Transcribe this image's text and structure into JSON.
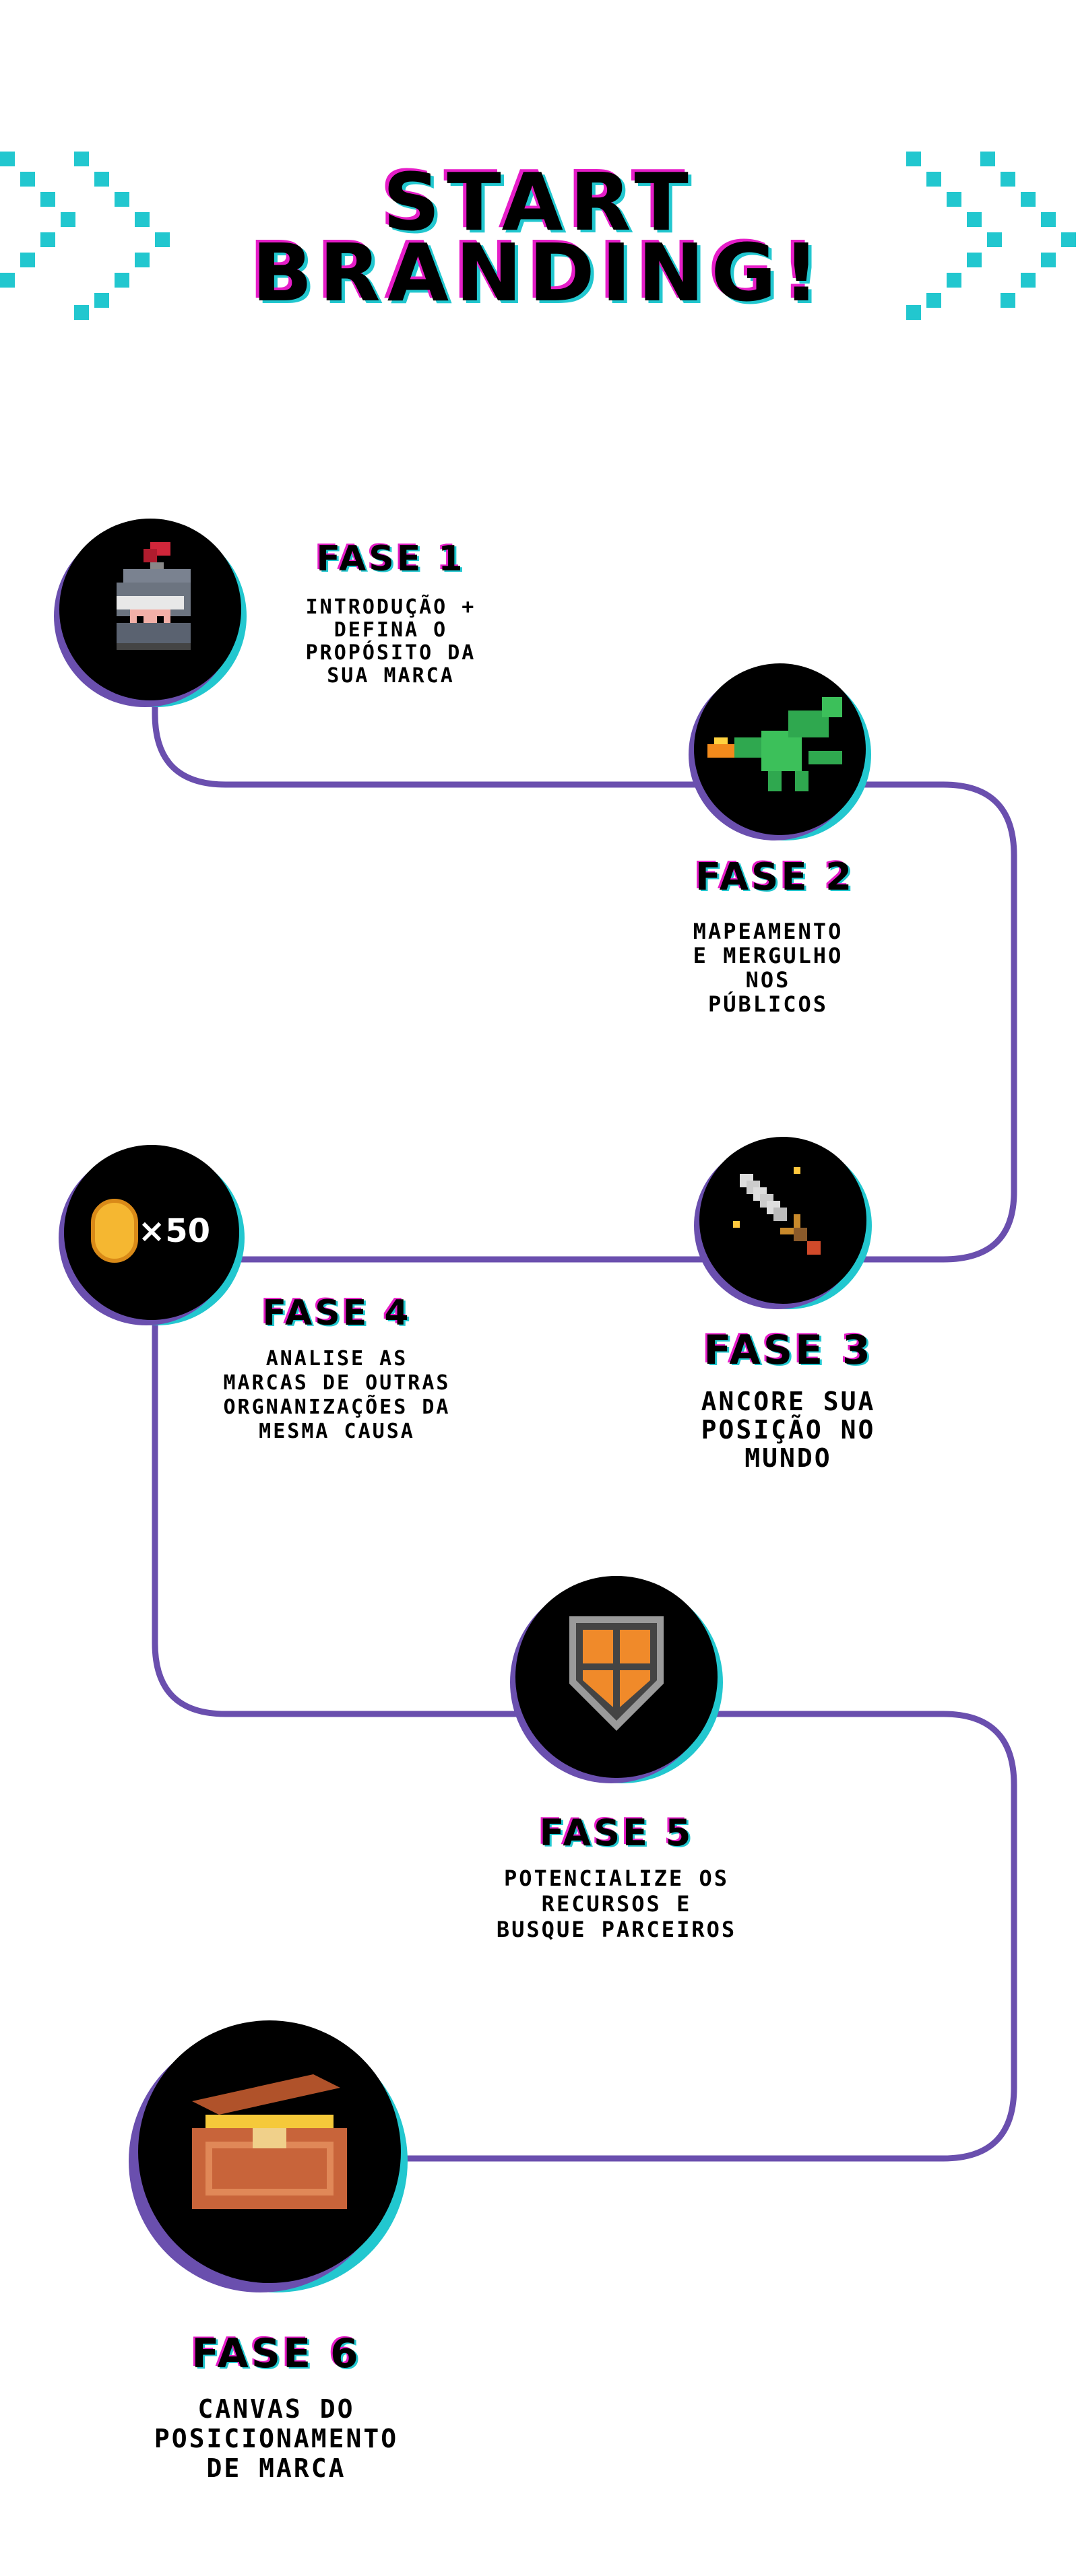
{
  "title": {
    "line1": "START",
    "line2": "BRANDING!"
  },
  "colors": {
    "path": "#6a4fae",
    "cyan": "#22c7cf",
    "magenta": "#e61ec8",
    "node_bg": "#000000"
  },
  "phases": [
    {
      "label": "FASE 1",
      "desc": "INTRODUÇÃO +\nDEFINA O\nPROPÓSITO DA\nSUA MARCA",
      "icon": "knight-helmet-icon"
    },
    {
      "label": "FASE 2",
      "desc": "MAPEAMENTO\nE MERGULHO\nNOS\nPÚBLICOS",
      "icon": "dragon-icon"
    },
    {
      "label": "FASE 3",
      "desc": "ANCORE SUA\nPOSIÇÃO NO\nMUNDO",
      "icon": "sword-icon"
    },
    {
      "label": "FASE 4",
      "desc": "ANALISE AS\nMARCAS DE OUTRAS\nORGNANIZAÇÕES DA\nMESMA CAUSA",
      "icon": "coin-icon",
      "icon_text": "×50"
    },
    {
      "label": "FASE 5",
      "desc": "POTENCIALIZE OS\nRECURSOS E\nBUSQUE PARCEIROS",
      "icon": "shield-icon"
    },
    {
      "label": "FASE 6",
      "desc": "CANVAS DO\nPOSICIONAMENTO\nDE MARCA",
      "icon": "treasure-chest-icon"
    }
  ]
}
